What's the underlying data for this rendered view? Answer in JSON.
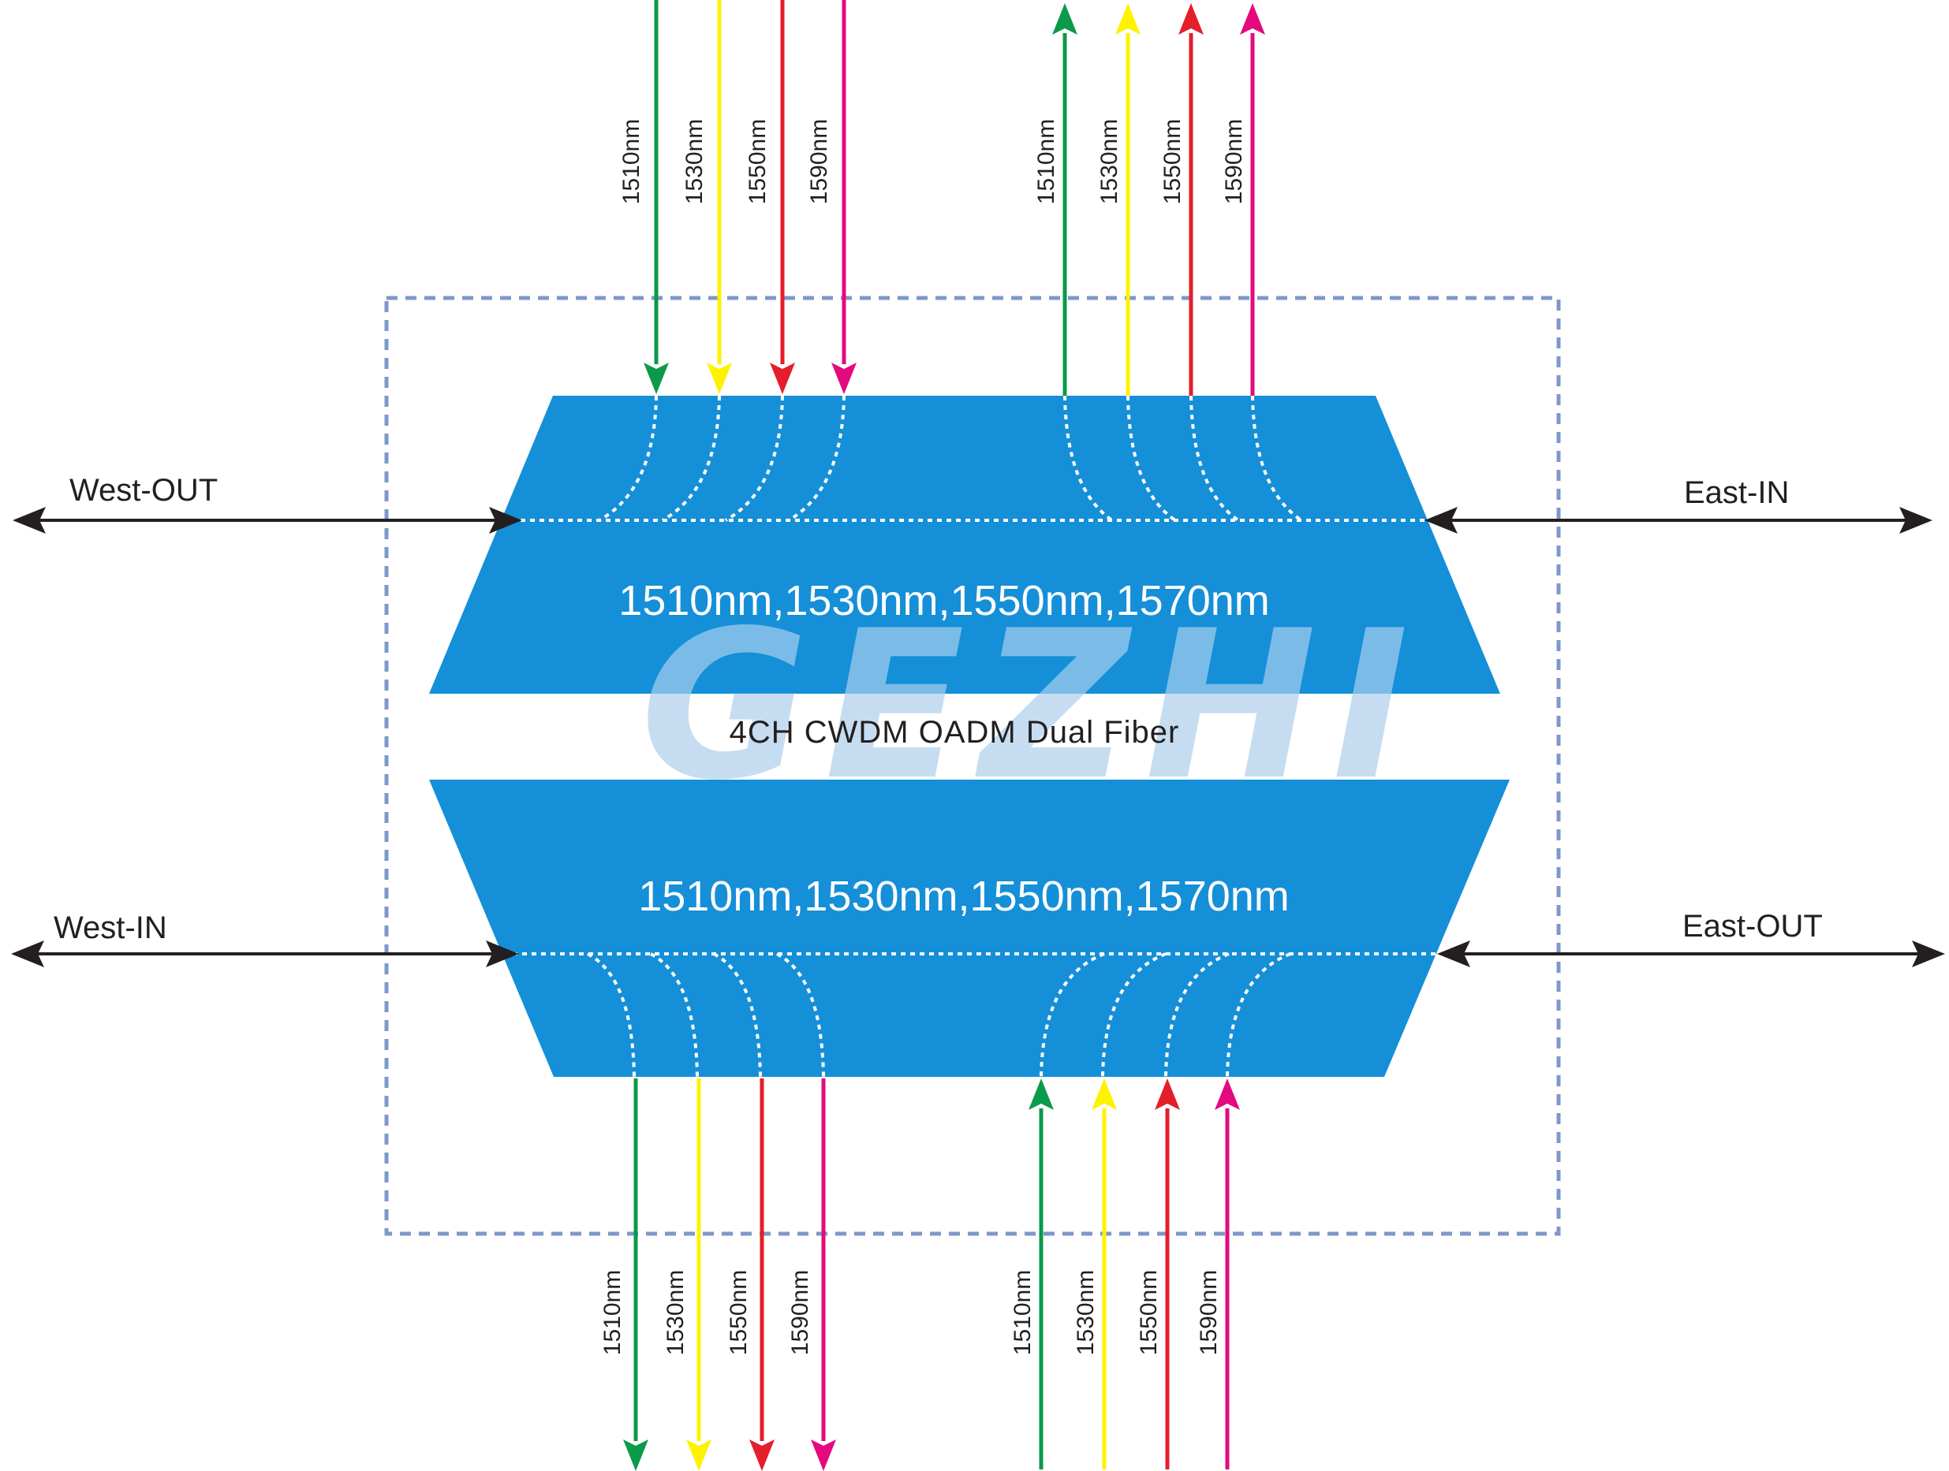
{
  "logo": {
    "text": "GEZHI",
    "color": "#bcd7ee"
  },
  "title": "4CH CWDM OADM Dual Fiber",
  "ports": {
    "west_out": "West-OUT",
    "east_in": "East-IN",
    "west_in": "West-IN",
    "east_out": "East-OUT"
  },
  "bands": {
    "upper": "1510nm,1530nm,1550nm,1570nm",
    "lower": "1510nm,1530nm,1550nm,1570nm"
  },
  "channels": {
    "top_drop": [
      "1510nm",
      "1530nm",
      "1550nm",
      "1590nm"
    ],
    "top_add": [
      "1510nm",
      "1530nm",
      "1550nm",
      "1590nm"
    ],
    "bottom_drop": [
      "1510nm",
      "1530nm",
      "1550nm",
      "1590nm"
    ],
    "bottom_add": [
      "1510nm",
      "1530nm",
      "1550nm",
      "1590nm"
    ]
  },
  "colors": {
    "band_fill": "#0b8ad6",
    "frame": "#7f97c9",
    "ch_1510": "#0a9a4a",
    "ch_1530": "#fff200",
    "ch_1550": "#e41e2b",
    "ch_1590": "#e5097f",
    "arrow": "#231f20"
  }
}
